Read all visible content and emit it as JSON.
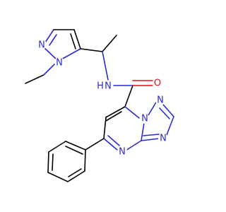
{
  "molecule": {
    "atoms": [
      {
        "symbol": "N",
        "color": "#2a2ad8"
      },
      {
        "symbol": "N",
        "color": "#2a2ad8"
      },
      {
        "symbol": "N",
        "color": "#2a2ad8"
      },
      {
        "symbol": "O",
        "color": "#e01010"
      },
      {
        "symbol": "N",
        "color": "#2a2ad8"
      },
      {
        "symbol": "N",
        "color": "#2a2ad8"
      },
      {
        "symbol": "N",
        "color": "#2a2ad8"
      },
      {
        "symbol": "N",
        "color": "#2a2ad8"
      }
    ],
    "line_color": "#000000",
    "background": "#ffffff"
  }
}
